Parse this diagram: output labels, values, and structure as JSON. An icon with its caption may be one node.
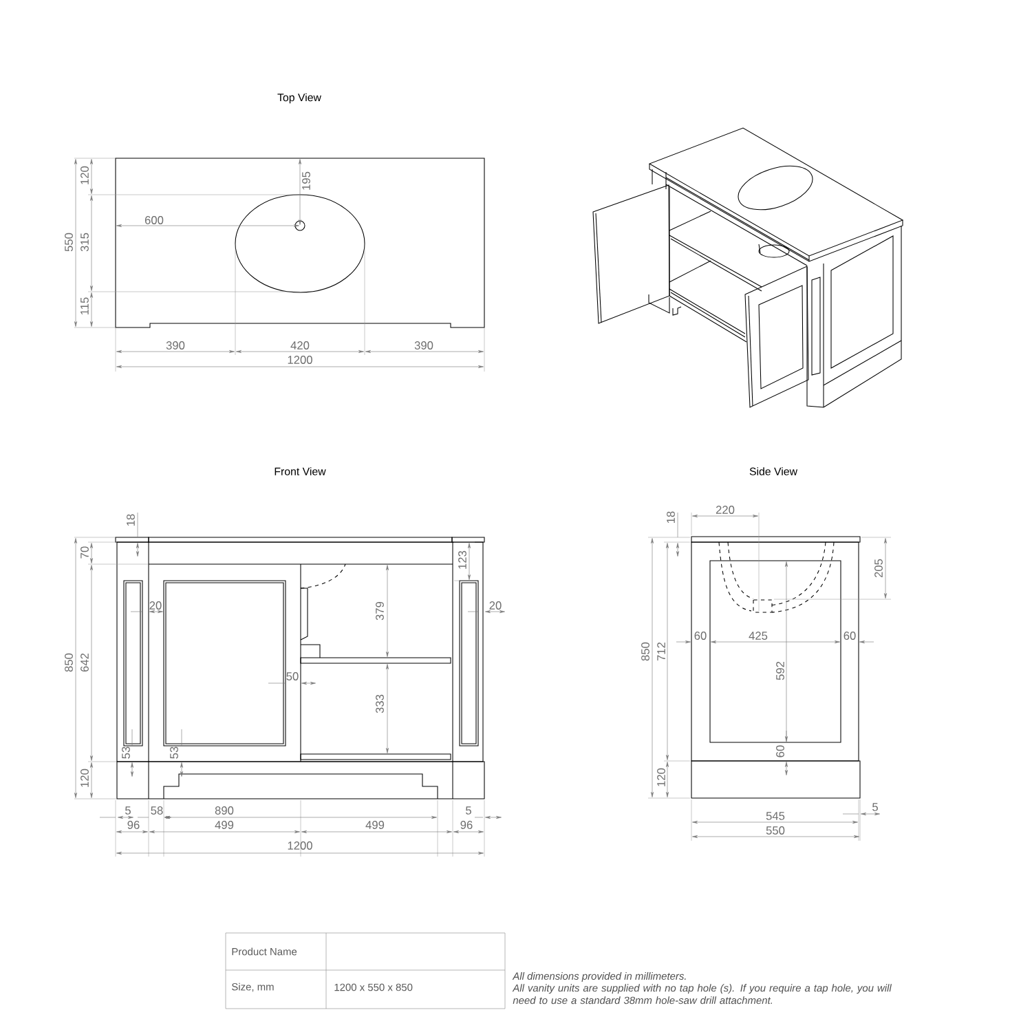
{
  "diagram": {
    "labels": [
      "Top View",
      "120",
      "195",
      "600",
      "550",
      "315",
      "115",
      "390",
      "420",
      "390",
      "1200",
      "Front View",
      "Side View",
      "18",
      "70",
      "123",
      "379",
      "20",
      "20",
      "850",
      "642",
      "50",
      "333",
      "53",
      "53",
      "120",
      "5",
      "58",
      "890",
      "5",
      "96",
      "499",
      "499",
      "96",
      "1200",
      "220",
      "18",
      "205",
      "60",
      "425",
      "60",
      "850",
      "712",
      "592",
      "60",
      "120",
      "5",
      "545",
      "550",
      "Product Name",
      "Size, mm",
      "1200 x 550 x 850",
      "*All dimensions provided in millimeters.*",
      "*All vanity units are supplied with no tap hole (s). If you require a tap hole, you will need to use a standard 38mm hole-saw drill attachment.*"
    ]
  }
}
